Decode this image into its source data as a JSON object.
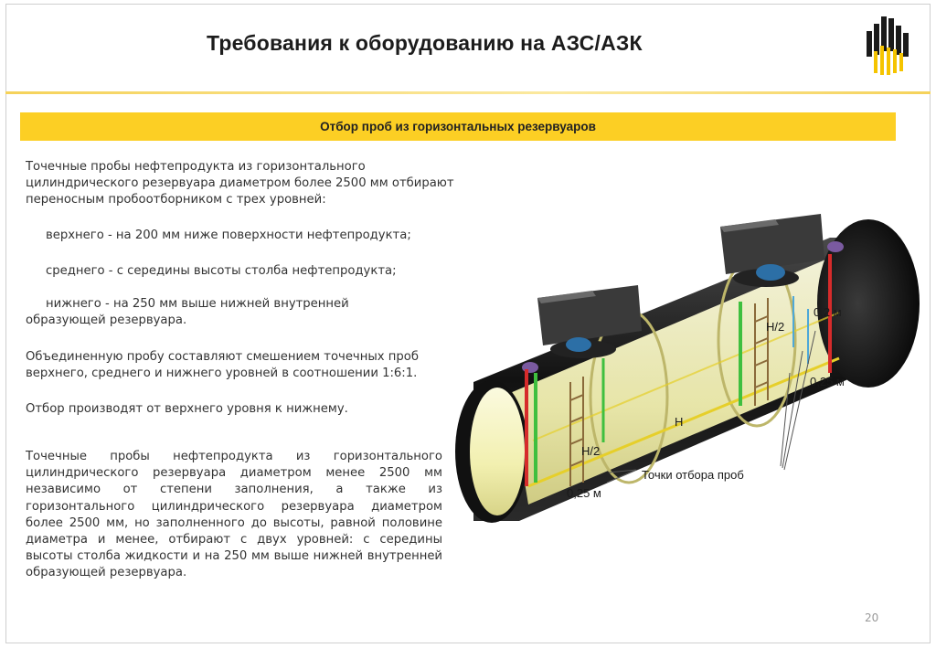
{
  "header": {
    "title": "Требования к оборудованию на АЗС/АЗК"
  },
  "section": {
    "title": "Отбор проб из горизонтальных резервуаров"
  },
  "body": {
    "intro": "Точечные пробы нефтепродукта из горизонтального цилиндрического резервуара диаметром более 2500 мм отбирают переносным пробоотборником с трех уровней:",
    "level_top": "верхнего - на 200 мм ниже поверхности нефтепродукта;",
    "level_mid": "среднего - с середины высоты столба нефтепродукта;",
    "level_low": "нижнего - на 250 мм выше нижней внутренней образующей резервуара.",
    "combined": "Объединенную пробу составляют смешением точечных проб верхнего, среднего и нижнего уровней в соотношении 1:6:1.",
    "order": "Отбор производят от верхнего уровня  к нижнему.",
    "small_tank": "Точечные пробы нефтепродукта из горизонтального цилиндрического резервуара диаметром менее 2500 мм независимо от степени заполнения, а также из горизонтального цилиндрического резервуара диаметром более 2500 мм, но заполненного до высоты, равной половине диаметра и менее, отбирают с двух уровней: с середины высоты столба жидкости и на 250 мм выше нижней внутренней образующей резервуара."
  },
  "diagram": {
    "label_0_2": "0,2 м",
    "label_h2_right": "H/2",
    "label_0_25_right": "0,25 м",
    "label_h": "H",
    "label_h2_left": "H/2",
    "label_points": "Точки отбора проб",
    "label_0_25_left": "0,25 м",
    "colors": {
      "tank": "#1a1a1a",
      "interior": "#f2f0b0",
      "red_pipe": "#d62b2b",
      "green_pipe": "#3fbf3f",
      "yellow_line": "#e6cf2a"
    }
  },
  "footer": {
    "page_number": "20"
  },
  "theme": {
    "accent": "#fccf24",
    "divider": "#f5d25a"
  }
}
